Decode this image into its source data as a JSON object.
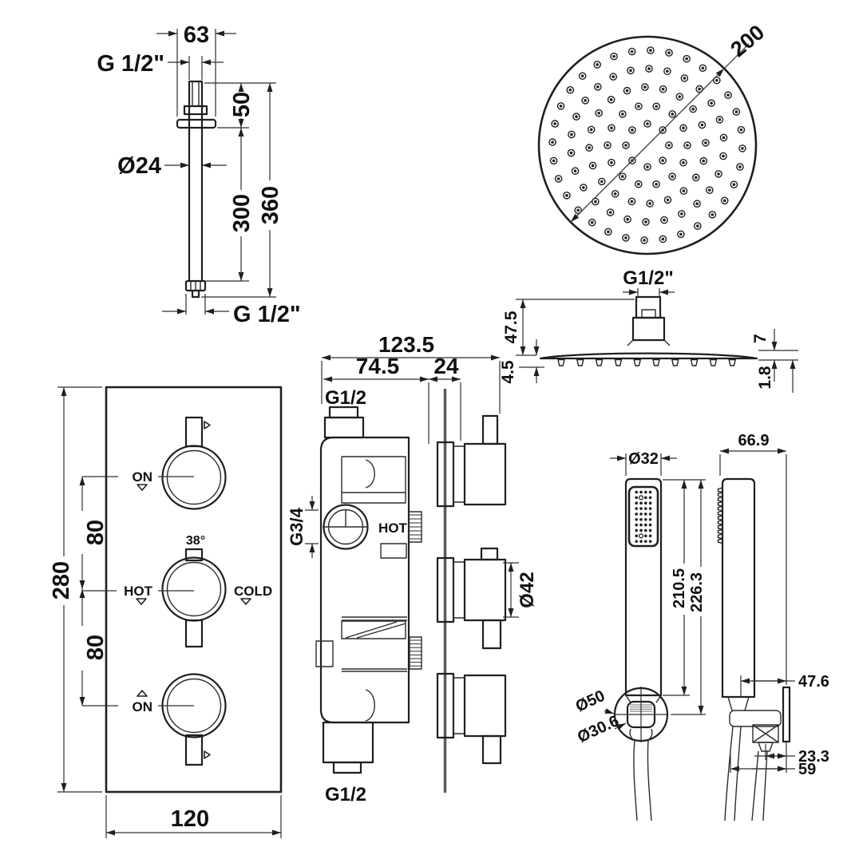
{
  "figures": {
    "ceiling_arm": {
      "width": "63",
      "thread_top": "G 1/2\"",
      "drop": "50",
      "diameter": "Ø24",
      "length": "300",
      "total_length": "360",
      "thread_bottom": "G 1/2\""
    },
    "head_top_view": {
      "diameter": "200"
    },
    "head_side_view": {
      "thread": "G1/2\"",
      "height": "47.5",
      "nozzle_drop": "4.5",
      "thickness": "7",
      "edge_thickness": "1.8"
    },
    "valve_front_view": {
      "height": "280",
      "knob_spacing_upper": "80",
      "knob_spacing_lower": "80",
      "width": "120",
      "top_knob_label": "ON",
      "temperature_label": "38°",
      "hot_label": "HOT",
      "cold_label": "COLD",
      "bottom_knob_label": "ON"
    },
    "valve_side_view": {
      "total_depth": "123.5",
      "body_depth": "74.5",
      "knob_depth": "24",
      "top_inlet": "G1/2",
      "outlet_port": "G3/4",
      "hot_label": "HOT",
      "knob_diameter": "Ø42",
      "bottom_inlet": "G1/2"
    },
    "hand_shower": {
      "head_diameter": "Ø32",
      "side_width": "66.9",
      "handle_length": "210.5",
      "total_length": "226.3",
      "holder_outer_diameter": "Ø50",
      "holder_inner_diameter": "Ø30.6",
      "wall_offset": "47.6",
      "outlet_offset": "23.3",
      "hose_offset": "59"
    }
  }
}
